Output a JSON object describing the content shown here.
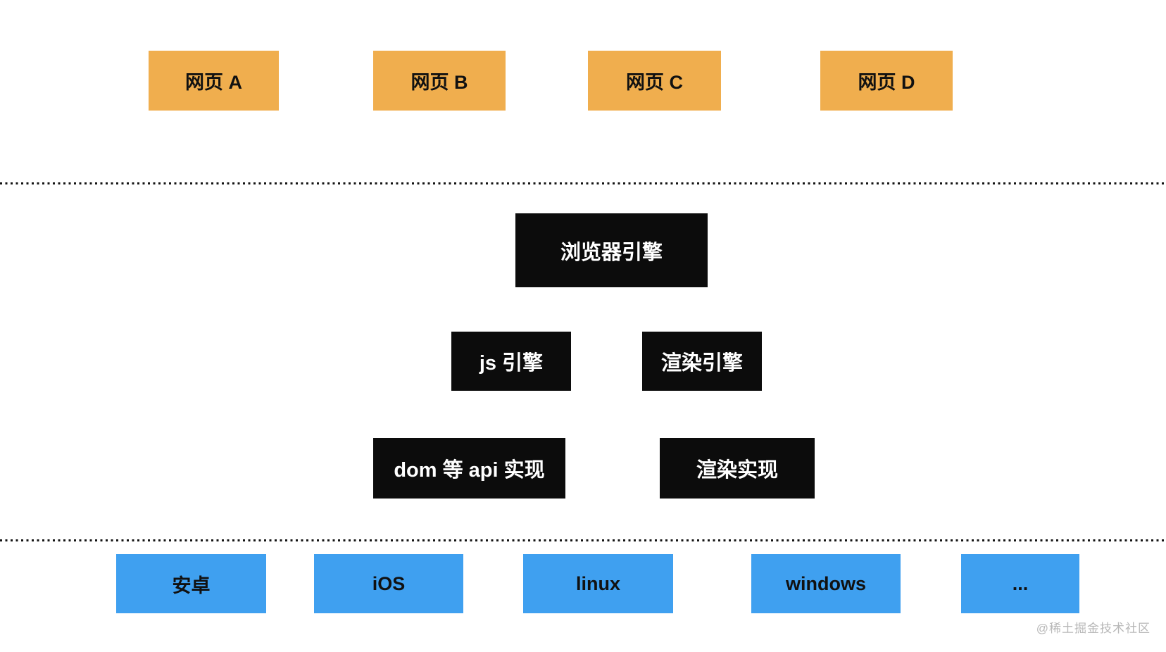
{
  "diagram": {
    "description": "browser architecture layer diagram",
    "colors": {
      "webpage_box": "#F0AE4E",
      "engine_box": "#0C0C0C",
      "platform_box": "#3FA0F0",
      "text_on_webpage": "#111111",
      "text_on_engine": "#FFFFFF",
      "text_on_platform": "#111111",
      "separator_dot": "#141414",
      "watermark": "#B8B8B8",
      "background": "#FFFFFF"
    },
    "webpages": [
      {
        "label": "网页 A"
      },
      {
        "label": "网页 B"
      },
      {
        "label": "网页 C"
      },
      {
        "label": "网页 D"
      }
    ],
    "engine": {
      "root": "浏览器引擎",
      "js_engine": "js 引擎",
      "render_engine": "渲染引擎",
      "dom_api_impl": "dom 等 api 实现",
      "render_impl": "渲染实现"
    },
    "platforms": [
      {
        "label": "安卓"
      },
      {
        "label": "iOS"
      },
      {
        "label": "linux"
      },
      {
        "label": "windows"
      },
      {
        "label": "..."
      }
    ],
    "watermark": "@稀土掘金技术社区"
  }
}
